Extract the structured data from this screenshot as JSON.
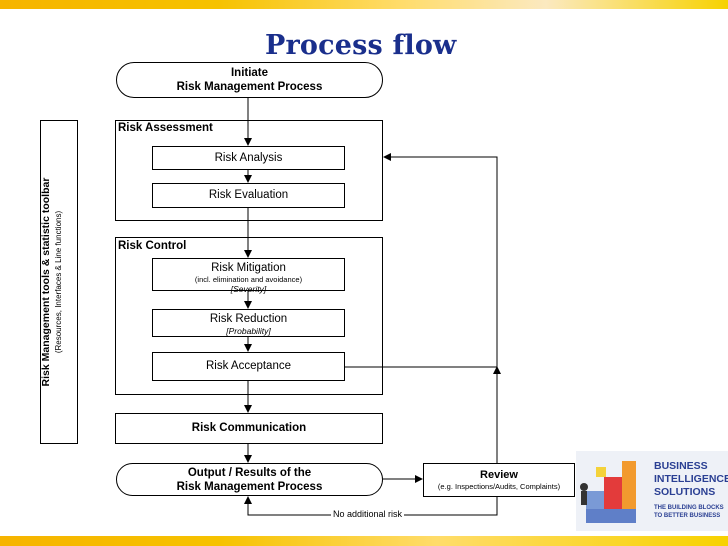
{
  "title": "Process flow",
  "initiate": {
    "line1": "Initiate",
    "line2": "Risk Management Process"
  },
  "assessment": {
    "label": "Risk Assessment",
    "steps": [
      "Risk Analysis",
      "Risk Evaluation"
    ]
  },
  "control": {
    "label": "Risk Control",
    "mitigation": {
      "label": "Risk Mitigation",
      "sub": "(incl. elimination and avoidance)",
      "note": "[Severity]"
    },
    "reduction": {
      "label": "Risk Reduction",
      "note": "[Probability]"
    },
    "acceptance": {
      "label": "Risk Acceptance"
    }
  },
  "communication": "Risk Communication",
  "output": {
    "line1": "Output / Results of the",
    "line2": "Risk Management Process"
  },
  "review": {
    "label": "Review",
    "sub": "(e.g. Inspections/Audits, Complaints)"
  },
  "no_additional_risk": "No additional risk",
  "sidebar": {
    "main": "Risk Management tools & statistic toolbar",
    "secondary": "(Resources, Interfaces & Line functions)"
  },
  "logo": {
    "line1": "BUSINESS",
    "line2": "INTELLIGENCE",
    "line3": "SOLUTIONS",
    "tagline1": "THE BUILDING BLOCKS",
    "tagline2": "TO BETTER BUSINESS"
  },
  "colors": {
    "title": "#1a2f8c",
    "accent_bar": "#f6c200",
    "logo_text": "#2a3f93"
  }
}
